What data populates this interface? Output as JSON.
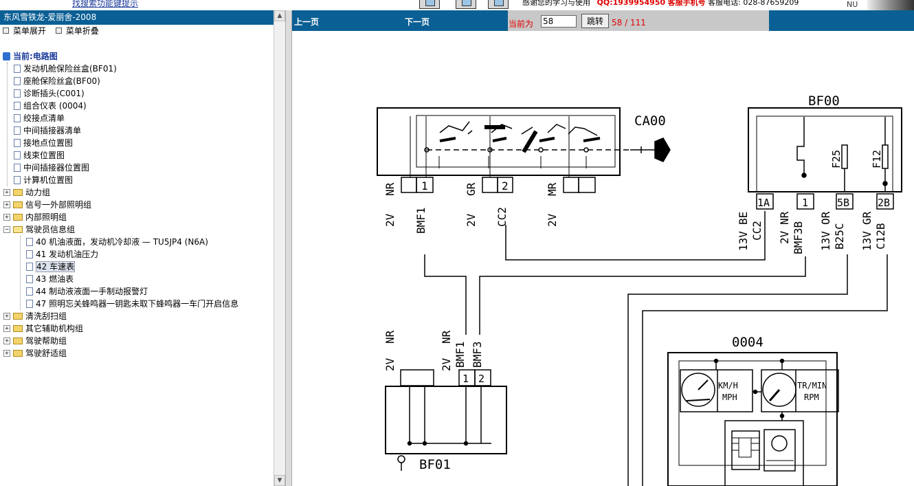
{
  "topbar": {
    "search_link": "找搜索功能键提示",
    "contact_text": "感谢您的学习与使用",
    "qq_text": "QQ:1939954950",
    "hotline_text": "客服手机号",
    "phone_label": "客服电话:",
    "phone": "028-87659209",
    "badge": "NU"
  },
  "tree": {
    "title": "东风雪铁龙-爱丽舍-2008",
    "expand_label": "菜单展开",
    "collapse_label": "菜单折叠",
    "root_label": "当前:电路图",
    "docs": [
      "发动机舱保险丝盒(BF01)",
      "座舱保险丝盒(BF00)",
      "诊断插头(C001)",
      "组合仪表 (0004)",
      "绞接点清单",
      "中间插接器清单",
      "接地点位置图",
      "线束位置图",
      "中间插接器位置图",
      "计算机位置图"
    ],
    "groups_before": [
      "动力组",
      "信号一外部照明组",
      "内部照明组"
    ],
    "open_group": "驾驶员信息组",
    "open_children": [
      "40 机油液面，发动机冷却液 — TU5JP4 (N6A)",
      "41 发动机油压力",
      "42 车速表",
      "43 燃油表",
      "44 制动液液面一手制动报警灯",
      "47 照明忘关蜂鸣器一钥匙未取下蜂鸣器一车门开启信息"
    ],
    "selected_child": "42 车速表",
    "groups_after": [
      "清洗刮扫组",
      "其它辅助机构组",
      "驾驶帮助组",
      "驾驶舒适组"
    ]
  },
  "nav": {
    "prev_label": "上一页",
    "next_label": "下一页",
    "current_label": "当前为",
    "page_value": "58",
    "jump_label": "跳转",
    "page_indicator": "58 / 111"
  },
  "diagram": {
    "ca00": {
      "label": "CA00",
      "pins": [
        "1",
        "2"
      ],
      "wires": [
        {
          "voltage": "2V",
          "color": "NR",
          "code": "BMF1"
        },
        {
          "voltage": "2V",
          "color": "GR",
          "code": "CC2"
        },
        {
          "voltage": "2V",
          "color": "MR",
          "code": ""
        }
      ]
    },
    "bf00": {
      "label": "BF00",
      "fuses": [
        "F25",
        "F12"
      ],
      "pins": [
        "1A",
        "1",
        "5B",
        "2B"
      ],
      "wires": [
        {
          "voltage": "13V",
          "color": "BE",
          "code": "CC2"
        },
        {
          "voltage": "2V",
          "color": "NR",
          "code": "BMF3B"
        },
        {
          "voltage": "13V",
          "color": "OR",
          "code": "B25C"
        },
        {
          "voltage": "13V",
          "color": "GR",
          "code": "C12B"
        }
      ]
    },
    "bf01": {
      "label": "BF01",
      "pins": [
        "1",
        "2"
      ],
      "wires": [
        {
          "voltage": "2V",
          "color": "NR",
          "code": ""
        },
        {
          "voltage": "2V",
          "color": "NR",
          "code": "BMF1"
        },
        {
          "voltage": "",
          "color": "",
          "code": "BMF3"
        }
      ]
    },
    "cluster": {
      "label": "0004",
      "speed_unit_1": "KM/H",
      "speed_unit_2": "MPH",
      "rpm_unit_1": "TR/MIN",
      "rpm_unit_2": "RPM"
    }
  }
}
